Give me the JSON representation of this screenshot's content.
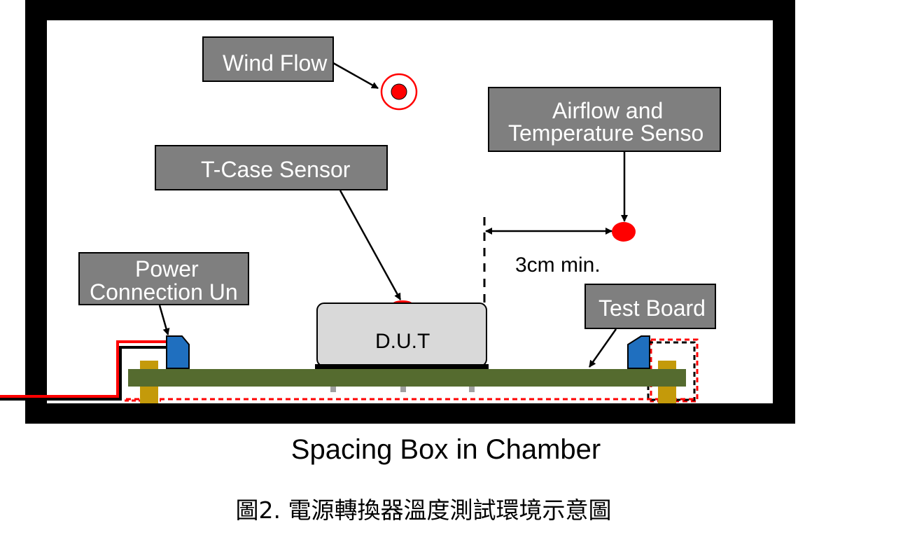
{
  "labels": {
    "wind_flow": "Wind Flow",
    "airflow_line1": "Airflow and",
    "airflow_line2": "Temperature Senso",
    "tcase": "T-Case Sensor",
    "power_line1": "Power",
    "power_line2": "Connection Un",
    "test_board": "Test Board",
    "dut": "D.U.T",
    "spacing": "3cm min."
  },
  "captions": {
    "title": "Spacing Box in Chamber",
    "figure": "圖2. 電源轉換器溫度測試環境示意圖"
  },
  "colors": {
    "label_box": "#7f7f7f",
    "sensor": "#ff0000",
    "board": "#556b2f",
    "connector": "#1f6fbf",
    "standoff": "#c49a0a",
    "dut": "#d9d9d9"
  }
}
